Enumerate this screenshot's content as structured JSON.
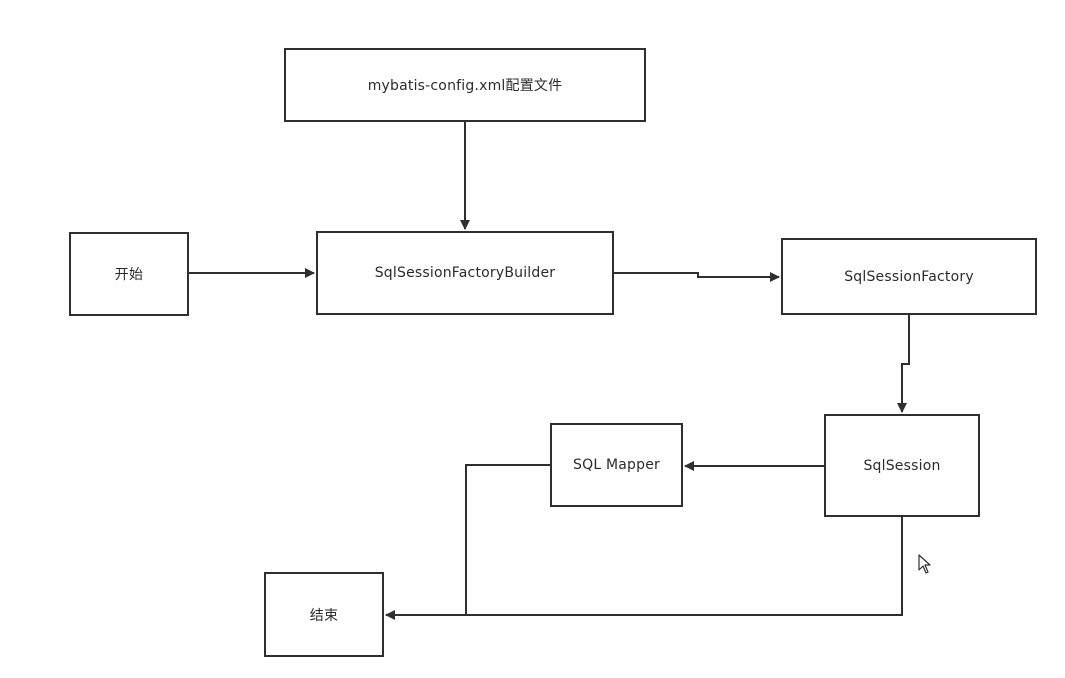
{
  "diagram": {
    "nodes": [
      {
        "id": "config",
        "label": "mybatis-config.xml配置文件"
      },
      {
        "id": "start",
        "label": "开始"
      },
      {
        "id": "builder",
        "label": "SqlSessionFactoryBuilder"
      },
      {
        "id": "factory",
        "label": "SqlSessionFactory"
      },
      {
        "id": "session",
        "label": "SqlSession"
      },
      {
        "id": "mapper",
        "label": "SQL Mapper"
      },
      {
        "id": "end",
        "label": "结束"
      }
    ],
    "edges": [
      {
        "from": "config",
        "to": "builder"
      },
      {
        "from": "start",
        "to": "builder"
      },
      {
        "from": "builder",
        "to": "factory"
      },
      {
        "from": "factory",
        "to": "session"
      },
      {
        "from": "session",
        "to": "mapper"
      },
      {
        "from": "mapper",
        "to": "end"
      },
      {
        "from": "session",
        "to": "end"
      }
    ],
    "colors": {
      "stroke": "#2f2f2f",
      "text": "#2b2b2b",
      "background": "#ffffff"
    }
  }
}
